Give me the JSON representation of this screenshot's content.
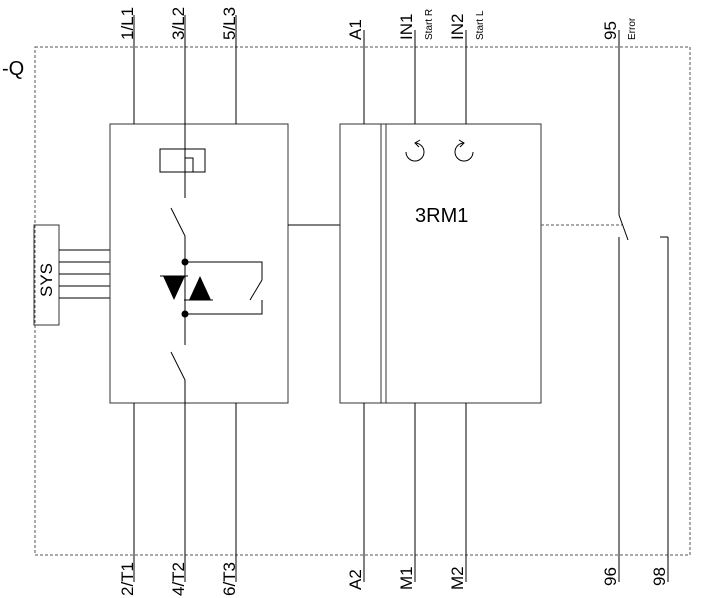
{
  "device_ref": "-Q",
  "module_label": "3RM1",
  "sys_label": "SYS",
  "top_terminals": {
    "l1": "1/L1",
    "l2": "3/L2",
    "l3": "5/L3",
    "a1": "A1",
    "in1": "IN1",
    "in1_note": "Start R",
    "in2": "IN2",
    "in2_note": "Start L",
    "t95": "95",
    "t95_note": "Error"
  },
  "bottom_terminals": {
    "t1": "2/T1",
    "t2": "4/T2",
    "t3": "6/T3",
    "a2": "A2",
    "m1": "M1",
    "m2": "M2",
    "t96": "96",
    "t98": "98"
  },
  "icons": {
    "rotate_right": "rotate-clockwise-icon",
    "rotate_left": "rotate-counterclockwise-icon",
    "relay_coil": "relay-coil-icon",
    "thyristor": "thyristor-icon"
  }
}
